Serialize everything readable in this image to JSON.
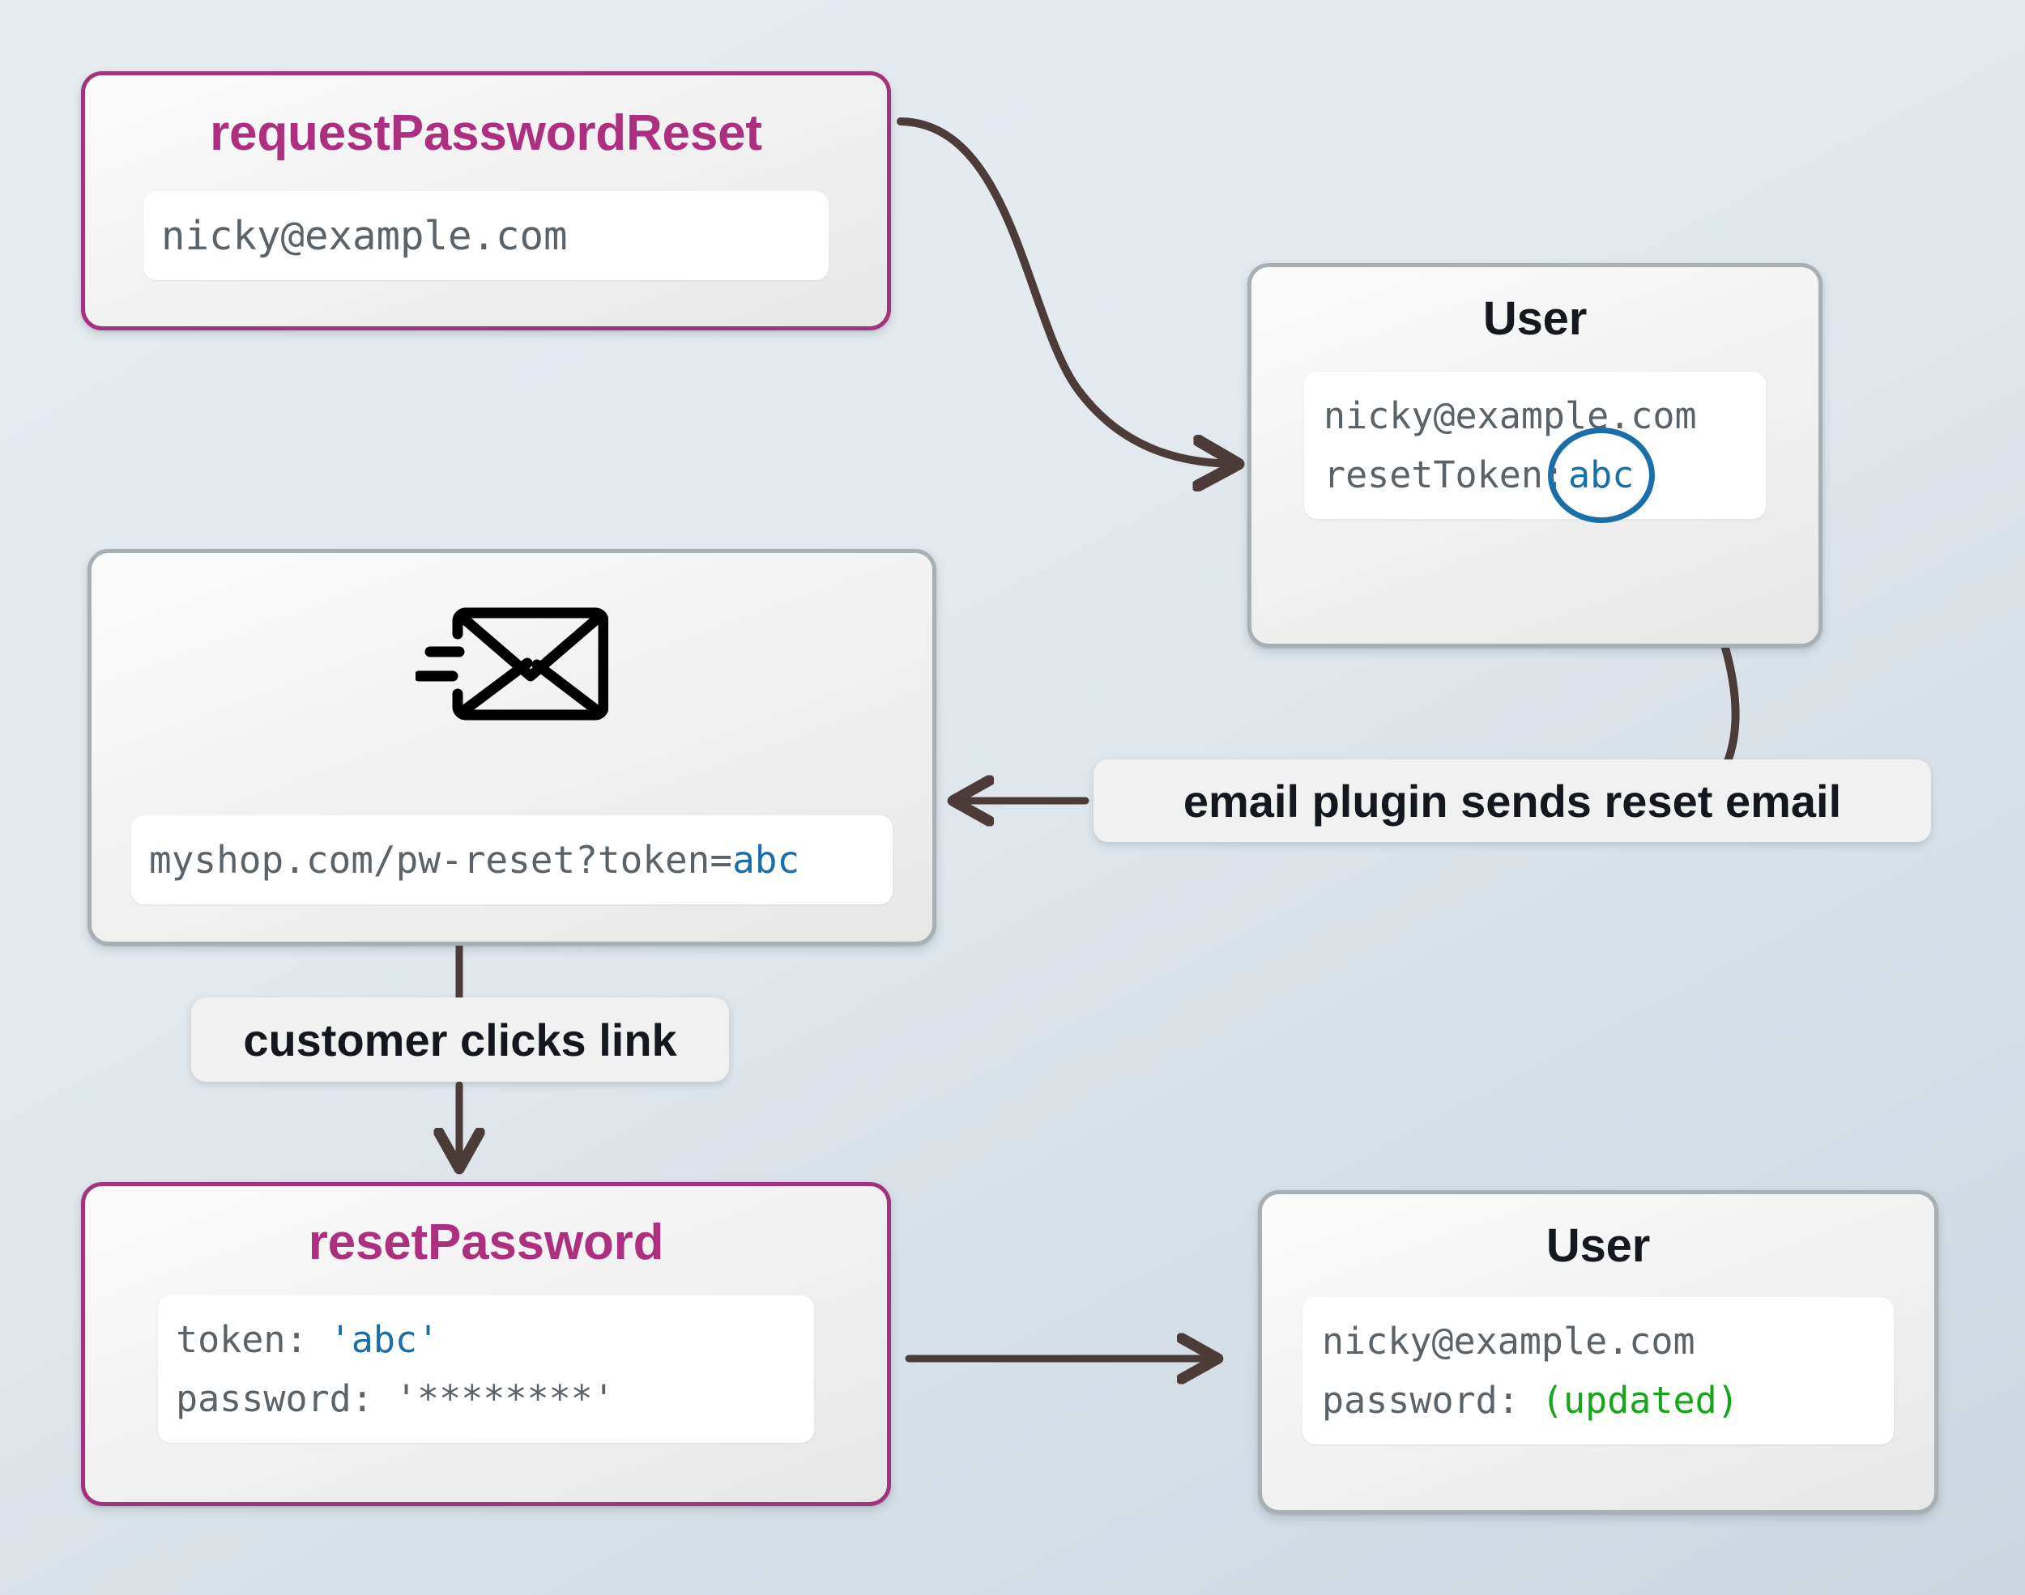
{
  "theme": {
    "accent_border": "#a1337f",
    "accent_text": "#ad2f80",
    "neutral_border": "#a9b0b4",
    "token_blue": "#1a6fa8",
    "updated_green": "#17a61b",
    "mono_gray": "#5c6368",
    "arrow": "#4b3c3a",
    "background": "#e0e7ec"
  },
  "nodes": {
    "request_password_reset": {
      "title": "requestPasswordReset",
      "field": {
        "email": "nicky@example.com"
      }
    },
    "user_with_token": {
      "title": "User",
      "field": {
        "email": "nicky@example.com",
        "token_label": "resetToken:",
        "token_value": "abc"
      }
    },
    "reset_email": {
      "icon": "send-email-icon",
      "field": {
        "url_prefix": "myshop.com/pw-reset?token=",
        "url_token": "abc"
      }
    },
    "reset_password": {
      "title": "resetPassword",
      "field": {
        "token_label": "token:",
        "token_value": "'abc'",
        "password_label": "password:",
        "password_value": "'********'"
      }
    },
    "user_updated": {
      "title": "User",
      "field": {
        "email": "nicky@example.com",
        "password_label": "password:",
        "password_value": "(updated)"
      }
    }
  },
  "edge_labels": {
    "email_plugin": "email plugin sends reset email",
    "customer_clicks": "customer clicks link"
  }
}
